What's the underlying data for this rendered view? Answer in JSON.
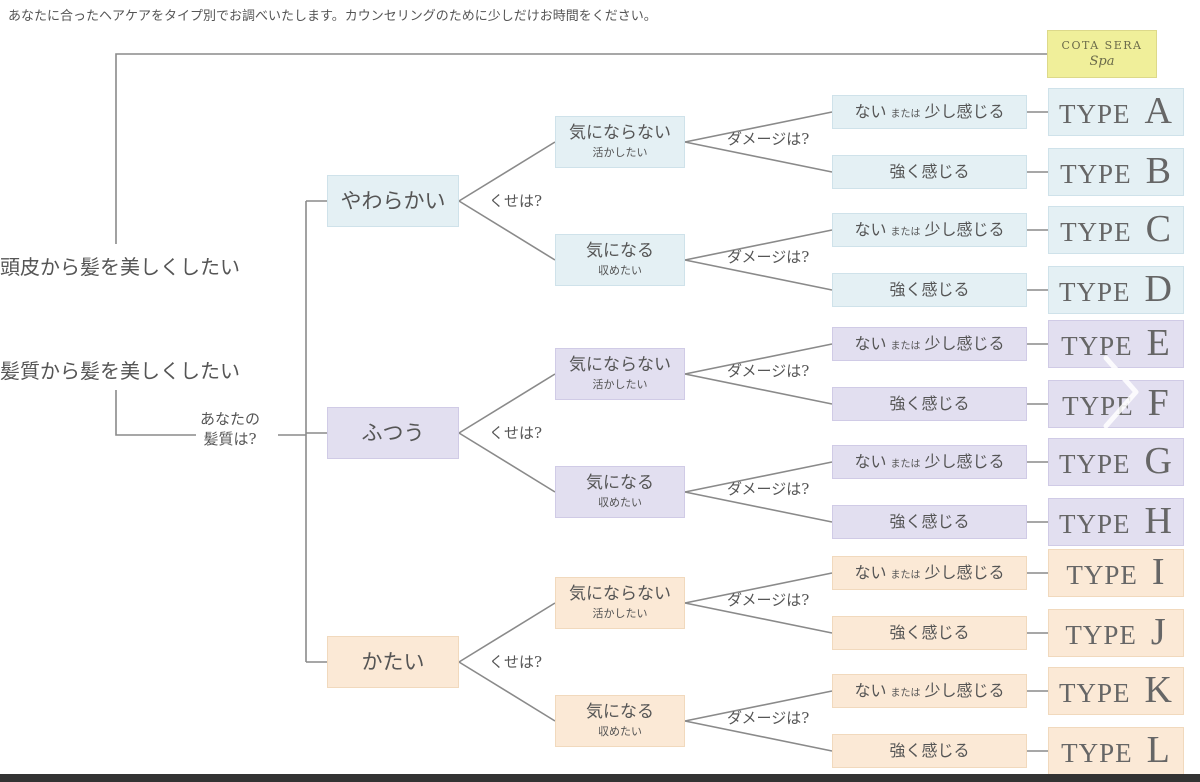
{
  "intro": "あなたに合ったヘアケアをタイプ別でお調べいたします。カウンセリングのために少しだけお時間をください。",
  "logo": {
    "line1": "COTA SERA",
    "line2": "Spa"
  },
  "goals": {
    "scalp": "頭皮から髪を美しくしたい",
    "quality": "髪質から髪を美しくしたい"
  },
  "root_question": {
    "line1": "あなたの",
    "line2": "髪質は?"
  },
  "habit_question": "くせは?",
  "damage_question": "ダメージは?",
  "categories": [
    {
      "label": "やわらかい",
      "color": "blue"
    },
    {
      "label": "ふつう",
      "color": "purple"
    },
    {
      "label": "かたい",
      "color": "peach"
    }
  ],
  "habit_options": {
    "not_mind": {
      "main": "気にならない",
      "sub": "活かしたい"
    },
    "mind": {
      "main": "気になる",
      "sub": "収めたい"
    }
  },
  "damage_options": {
    "none": {
      "part1": "ない",
      "connector": "または",
      "part2": "少し感じる"
    },
    "strong": "強く感じる"
  },
  "type_prefix": "TYPE",
  "types": [
    "A",
    "B",
    "C",
    "D",
    "E",
    "F",
    "G",
    "H",
    "I",
    "J",
    "K",
    "L"
  ],
  "colors": {
    "line": "#8a8a8a",
    "blue": "#e4f0f4",
    "purple": "#e2dff0",
    "peach": "#fbe9d6",
    "logo": "#f0ef9a"
  },
  "icons": {
    "next": "chevron-right-icon"
  }
}
